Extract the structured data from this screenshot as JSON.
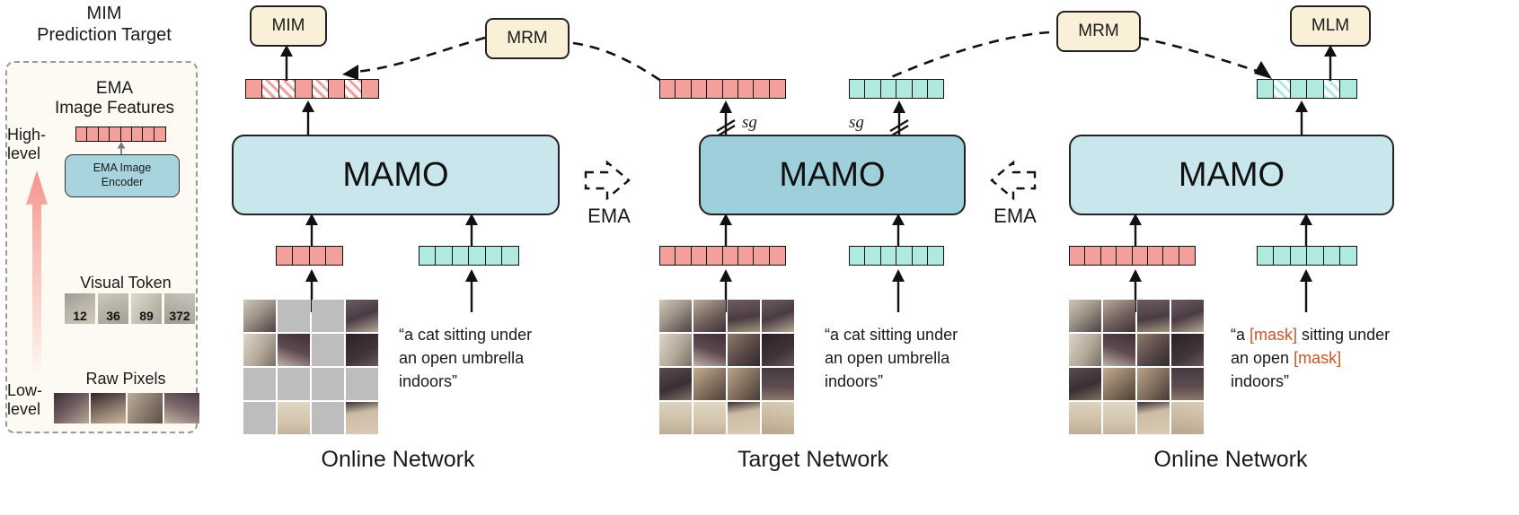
{
  "sidebar": {
    "title": "MIM\nPrediction Target",
    "ema_caption": "EMA\nImage Features",
    "high_level": "High-\nlevel",
    "low_level": "Low-\nlevel",
    "ema_encoder": "EMA Image\nEncoder",
    "visual_token_label": "Visual Token",
    "visual_tokens": [
      "12",
      "36",
      "89",
      "372"
    ],
    "raw_pixels_label": "Raw Pixels",
    "ema_feature_cells": 8
  },
  "colors": {
    "image_token": "#f4a09a",
    "text_token": "#aeeadd",
    "head_box": "#faf0d7",
    "mamo_online": "#c9e6ec",
    "mamo_target": "#9ecfda",
    "mask_word": "#c4562a",
    "masked_patch": "#bdbdbd",
    "panel_bg": "#fcfaf2",
    "ema_encoder": "#a8d4dd"
  },
  "heads": {
    "mim": "MIM",
    "mrm_left": "MRM",
    "mrm_right": "MRM",
    "mlm": "MLM"
  },
  "networks": [
    {
      "id": "online-left",
      "model_label": "MAMO",
      "net_label": "Online Network",
      "caption": "“a cat sitting under an open umbrella indoors”",
      "caption_lines": [
        "“a cat sitting under",
        "an open umbrella",
        "indoors”"
      ],
      "caption_masked": false,
      "image_masked": true,
      "output_image_tokens": [
        "solid",
        "mask",
        "mask",
        "solid",
        "mask",
        "solid",
        "mask",
        "solid"
      ],
      "output_text_tokens": null,
      "input_image_tokens": 4,
      "input_text_tokens": 6,
      "stop_gradient": false
    },
    {
      "id": "target",
      "model_label": "MAMO",
      "net_label": "Target Network",
      "caption": "“a cat sitting under an open umbrella indoors”",
      "caption_lines": [
        "“a cat sitting under",
        "an open umbrella",
        "indoors”"
      ],
      "caption_masked": false,
      "image_masked": false,
      "output_image_tokens": [
        "solid",
        "solid",
        "solid",
        "solid",
        "solid",
        "solid",
        "solid",
        "solid"
      ],
      "output_text_tokens": [
        "solid",
        "solid",
        "solid",
        "solid",
        "solid",
        "solid"
      ],
      "input_image_tokens": 8,
      "input_text_tokens": 6,
      "stop_gradient": true,
      "sg_label_left": "sg",
      "sg_label_right": "sg"
    },
    {
      "id": "online-right",
      "model_label": "MAMO",
      "net_label": "Online Network",
      "caption": "“a [mask] sitting under an open [mask] indoors”",
      "caption_tokens": [
        {
          "t": "“a ",
          "mask": false
        },
        {
          "t": "[mask]",
          "mask": true
        },
        {
          "t": " sitting under",
          "mask": false
        },
        {
          "t": "\n",
          "mask": false
        },
        {
          "t": "an open ",
          "mask": false
        },
        {
          "t": "[mask]",
          "mask": true
        },
        {
          "t": "\n",
          "mask": false
        },
        {
          "t": "indoors”",
          "mask": false
        }
      ],
      "caption_masked": true,
      "image_masked": false,
      "output_image_tokens": null,
      "output_text_tokens": [
        "solid",
        "mask",
        "solid",
        "solid",
        "mask",
        "solid"
      ],
      "input_image_tokens": 8,
      "input_text_tokens": 6,
      "stop_gradient": false
    }
  ],
  "ema_arrows": {
    "left_label": "EMA",
    "right_label": "EMA"
  }
}
